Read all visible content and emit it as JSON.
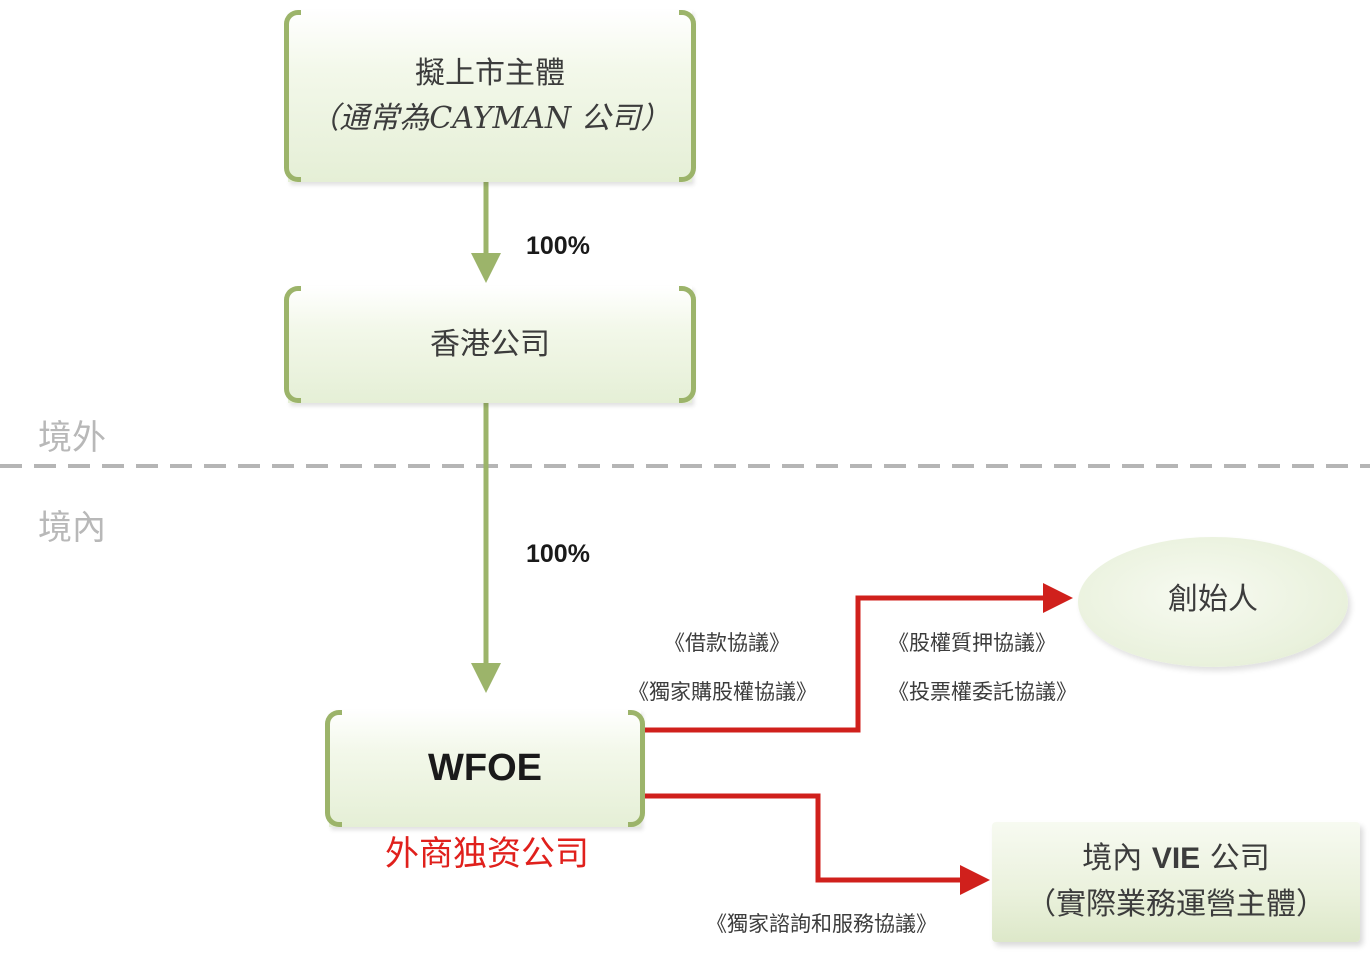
{
  "listing_entity": {
    "title": "擬上市主體",
    "subtitle": "（通常為CAYMAN 公司）"
  },
  "hk_company": {
    "title": "香港公司"
  },
  "wfoe": {
    "title": "WFOE",
    "caption": "外商独资公司"
  },
  "founder": {
    "title": "創始人"
  },
  "vie_company": {
    "title_prefix": "境內 ",
    "title_vie": "VIE",
    "title_suffix": " 公司",
    "subtitle": "（實際業務運營主體）"
  },
  "ownership": {
    "top_pct": "100%",
    "bottom_pct": "100%"
  },
  "regions": {
    "offshore": "境外",
    "onshore": "境內"
  },
  "agreements": {
    "loan": "《借款協議》",
    "exclusive_purchase": "《獨家購股權協議》",
    "equity_pledge": "《股權質押協議》",
    "voting_proxy": "《投票權委託協議》",
    "exclusive_consulting": "《獨家諮詢和服務協議》"
  },
  "colors": {
    "green_arrow": "#9cb46a",
    "red_arrow": "#d0201c",
    "divider": "#b5b5b5",
    "caption_red": "#e0201c"
  }
}
